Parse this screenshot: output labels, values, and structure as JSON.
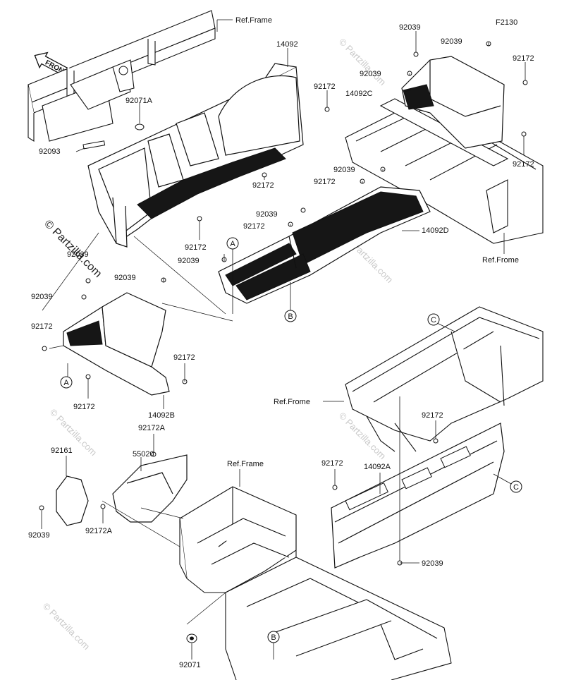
{
  "diagram_code": "F2130",
  "front_arrow_text": "FRONT",
  "watermark": "© Partzilla.com",
  "parts": {
    "p14092": "14092",
    "p14092b": "14092B",
    "p14092c": "14092C",
    "p14092d": "14092D",
    "p14092a": "14092A",
    "p92071a": "92071A",
    "p92093": "92093",
    "p55020": "55020",
    "p92161": "92161",
    "p92071": "92071",
    "p92172": "92172",
    "p92172a": "92172A",
    "p92039": "92039"
  },
  "ref_frame_labels": {
    "top": "Ref.Frame",
    "right": "Ref.Frome",
    "middle": "Ref.Frome",
    "bottom": "Ref.Frame"
  },
  "callouts": {
    "a": "A",
    "b": "B",
    "c": "C"
  }
}
